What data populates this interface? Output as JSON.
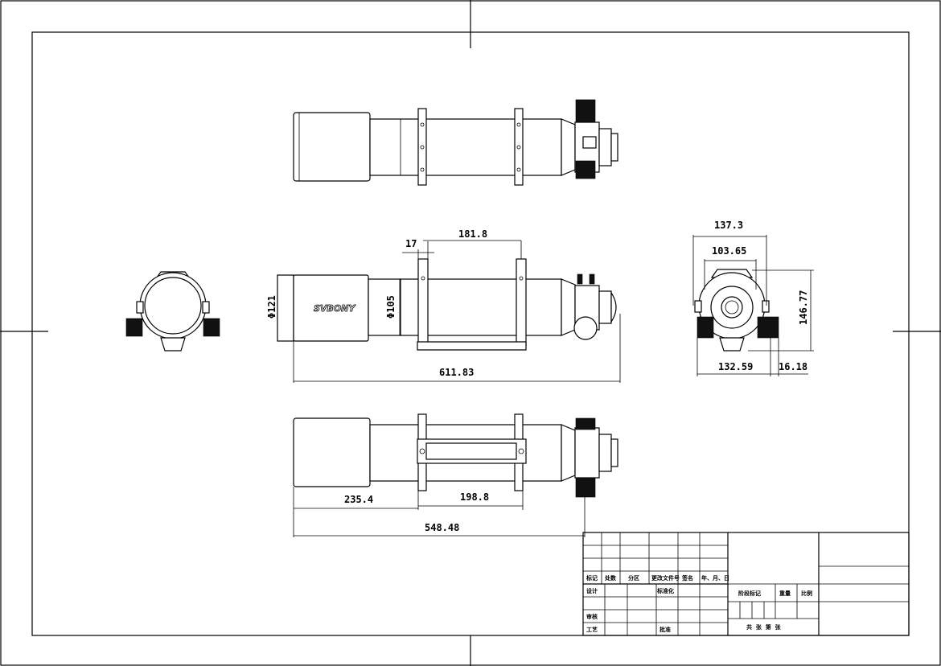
{
  "drawing": {
    "brand_logo": "SVBONY",
    "dimensions": {
      "side_view": {
        "dew_shield_diameter": "Φ121",
        "tube_diameter": "Φ105",
        "ring_width": "17",
        "ring_spacing": "181.8",
        "overall_length": "611.83"
      },
      "bottom_view": {
        "front_to_ring": "235.4",
        "dovetail_length": "198.8",
        "length_to_focuser": "548.48"
      },
      "rear_view": {
        "overall_width": "137.3",
        "focuser_width": "103.65",
        "overall_height": "146.77",
        "knob_span": "132.59",
        "knob_offset": "16.18"
      }
    }
  },
  "title_block": {
    "row_labels": [
      "标记",
      "处数",
      "分区",
      "更改文件号",
      "签名",
      "年、月、日"
    ],
    "design": "设计",
    "standardization": "标准化",
    "review": "审核",
    "process": "工艺",
    "approve": "批准",
    "stage_mark": "阶段标记",
    "weight": "重量",
    "scale": "比例",
    "sheets": "共  张  第  张"
  }
}
